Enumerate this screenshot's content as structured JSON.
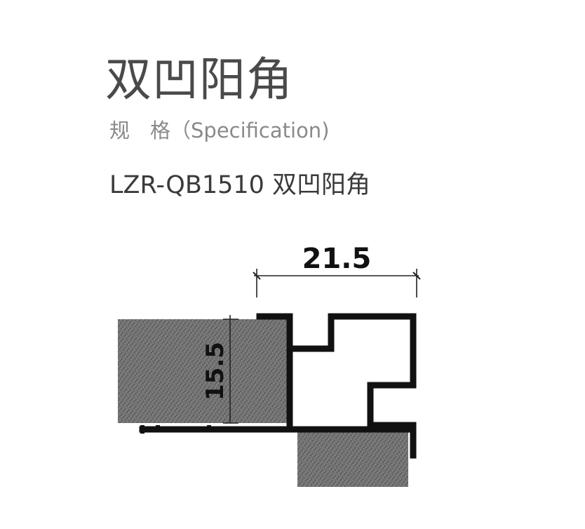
{
  "title": "双凹阳角",
  "subtitle": "规　格（Specification)",
  "product_name": "LZR-QB1510 双凹阳角",
  "diagram": {
    "dimension_width": "21.5",
    "dimension_height": "15.5",
    "colors": {
      "profile": "#111111",
      "board_fill": "#6b6b6b",
      "dimension_line": "#222222"
    }
  }
}
